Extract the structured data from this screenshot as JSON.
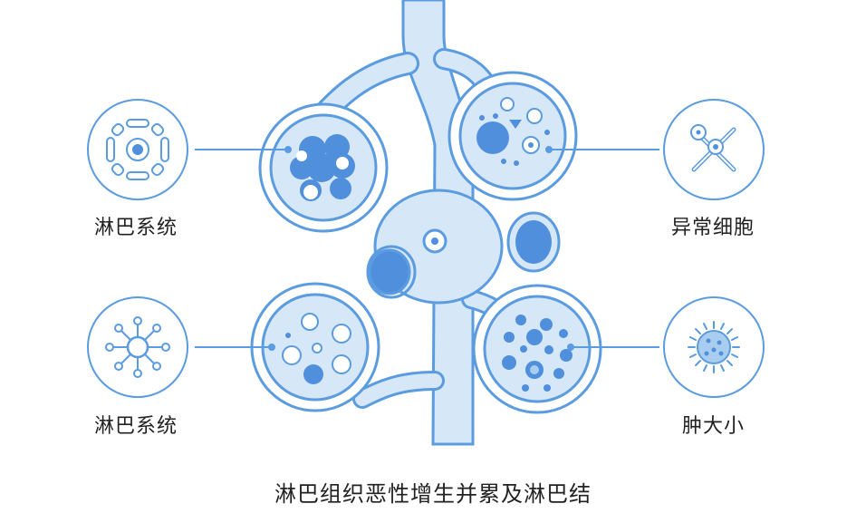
{
  "labels": {
    "top_left": "淋巴系统",
    "bottom_left": "淋巴系统",
    "top_right": "异常细胞",
    "bottom_right": "肿大小"
  },
  "caption": "淋巴组织恶性增生并累及淋巴结",
  "colors": {
    "line": "#5b9be0",
    "fill_light": "#d6e7f8",
    "fill_mid": "#a9cdef",
    "fill_dark": "#4f8fdc",
    "text": "#222222"
  },
  "icons": {
    "top_left": "lymph-cell-icon",
    "bottom_left": "lymph-network-icon",
    "top_right": "abnormal-cell-icon",
    "bottom_right": "virus-icon"
  }
}
